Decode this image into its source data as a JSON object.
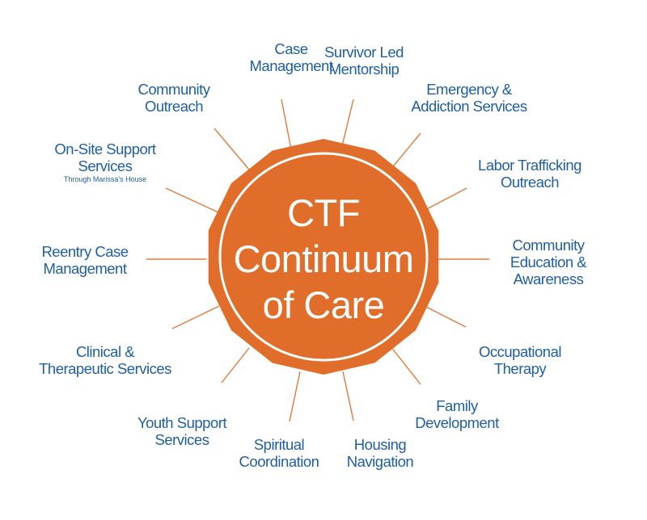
{
  "hub": {
    "lines": [
      "CTF",
      "Continuum",
      "of Care"
    ],
    "fill": "#e06e2a",
    "ring": "#ffffff",
    "text_color": "#ffffff"
  },
  "services": [
    {
      "lines": [
        "Case",
        "Management"
      ]
    },
    {
      "lines": [
        "Survivor Led",
        "Mentorship"
      ]
    },
    {
      "lines": [
        "Emergency &",
        "Addiction Services"
      ]
    },
    {
      "lines": [
        "Labor Trafficking",
        "Outreach"
      ]
    },
    {
      "lines": [
        "Community",
        "Education &",
        "Awareness"
      ]
    },
    {
      "lines": [
        "Occupational",
        "Therapy"
      ]
    },
    {
      "lines": [
        "Family",
        "Development"
      ]
    },
    {
      "lines": [
        "Housing",
        "Navigation"
      ]
    },
    {
      "lines": [
        "Spiritual",
        "Coordination"
      ]
    },
    {
      "lines": [
        "Youth Support",
        "Services"
      ]
    },
    {
      "lines": [
        "Clinical &",
        "Therapeutic Services"
      ]
    },
    {
      "lines": [
        "Reentry Case",
        "Management"
      ]
    },
    {
      "lines": [
        "On-Site Support",
        "Services"
      ],
      "note": "Through Marissa's House"
    },
    {
      "lines": [
        "Community",
        "Outreach"
      ]
    }
  ],
  "colors": {
    "label_text": "#1f5fa0",
    "spoke": "#e07a3c"
  }
}
